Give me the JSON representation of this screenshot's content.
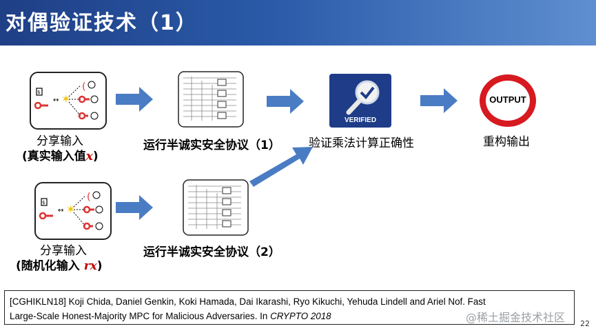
{
  "header": {
    "title": "对偶验证技术（1）"
  },
  "row1": {
    "share_label": "分享输入",
    "share_sub": "(真实输入值",
    "share_var": "x",
    "share_close": ")",
    "protocol_label": "运行半诚实安全协议（1）"
  },
  "row2": {
    "share_label": "分享输入",
    "share_sub": "(随机化输入 ",
    "share_var": "rx",
    "share_close": ")",
    "protocol_label": "运行半诚实安全协议（2）"
  },
  "verify": {
    "badge_text": "VERIFIED",
    "label": "验证乘法计算正确性"
  },
  "output": {
    "sign_text": "OUTPUT",
    "label": "重构输出"
  },
  "reference": {
    "line1": "[CGHIKLN18] Koji Chida, Daniel Genkin, Koki Hamada, Dai Ikarashi, Ryo Kikuchi, Yehuda Lindell and Ariel Nof. Fast",
    "line2": "Large-Scale Honest-Majority MPC for Malicious Adversaries. In ",
    "venue": "CRYPTO 2018"
  },
  "watermark": "@稀土掘金技术社区",
  "page_number": "22",
  "colors": {
    "arrow": "#4a7cc4",
    "header": "#1f3f86",
    "accent_red": "#c00000",
    "badge": "#1e3c88"
  }
}
